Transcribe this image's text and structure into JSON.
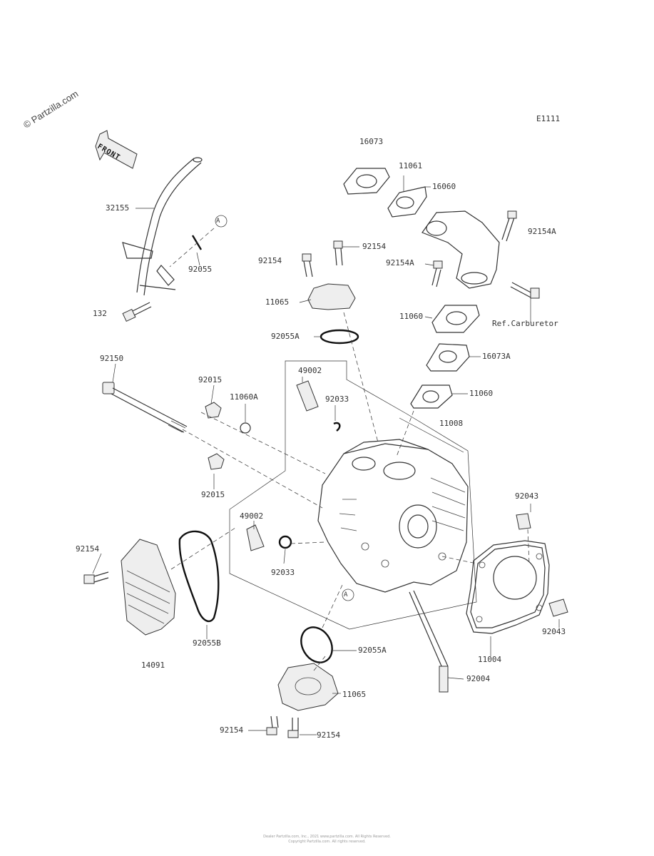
{
  "watermark": "© Partzilla.com",
  "diagram_code": "E1111",
  "front_label": "FRONT",
  "callouts": {
    "a1": "A",
    "a2": "A"
  },
  "part_labels": [
    {
      "id": "p-16073",
      "text": "16073"
    },
    {
      "id": "p-11061",
      "text": "11061"
    },
    {
      "id": "p-16060",
      "text": "16060"
    },
    {
      "id": "p-92154a-top",
      "text": "92154A"
    },
    {
      "id": "p-32155",
      "text": "32155"
    },
    {
      "id": "p-92055",
      "text": "92055"
    },
    {
      "id": "p-92154-a",
      "text": "92154"
    },
    {
      "id": "p-92154-b",
      "text": "92154"
    },
    {
      "id": "p-92154a-mid",
      "text": "92154A"
    },
    {
      "id": "p-132",
      "text": "132"
    },
    {
      "id": "p-11065-top",
      "text": "11065"
    },
    {
      "id": "p-11060-top",
      "text": "11060"
    },
    {
      "id": "p-ref-carb",
      "text": "Ref.Carburetor"
    },
    {
      "id": "p-92055a-top",
      "text": "92055A"
    },
    {
      "id": "p-16073a",
      "text": "16073A"
    },
    {
      "id": "p-92150",
      "text": "92150"
    },
    {
      "id": "p-49002-top",
      "text": "49002"
    },
    {
      "id": "p-92015-top",
      "text": "92015"
    },
    {
      "id": "p-11060a",
      "text": "11060A"
    },
    {
      "id": "p-92033-top",
      "text": "92033"
    },
    {
      "id": "p-11060-mid",
      "text": "11060"
    },
    {
      "id": "p-11008",
      "text": "11008"
    },
    {
      "id": "p-92015-mid",
      "text": "92015"
    },
    {
      "id": "p-92043-top",
      "text": "92043"
    },
    {
      "id": "p-49002-mid",
      "text": "49002"
    },
    {
      "id": "p-92154-left",
      "text": "92154"
    },
    {
      "id": "p-92033-mid",
      "text": "92033"
    },
    {
      "id": "p-92043-bot",
      "text": "92043"
    },
    {
      "id": "p-92055b",
      "text": "92055B"
    },
    {
      "id": "p-11004",
      "text": "11004"
    },
    {
      "id": "p-14091",
      "text": "14091"
    },
    {
      "id": "p-92055a-bot",
      "text": "92055A"
    },
    {
      "id": "p-92004",
      "text": "92004"
    },
    {
      "id": "p-11065-bot",
      "text": "11065"
    },
    {
      "id": "p-92154-bl",
      "text": "92154"
    },
    {
      "id": "p-92154-br",
      "text": "92154"
    }
  ],
  "footer": {
    "line1": "Dealer Partzilla.com, Inc., 2021 www.partzilla.com. All Rights Reserved.",
    "line2": "Copyright Partzilla.com. All rights reserved."
  }
}
